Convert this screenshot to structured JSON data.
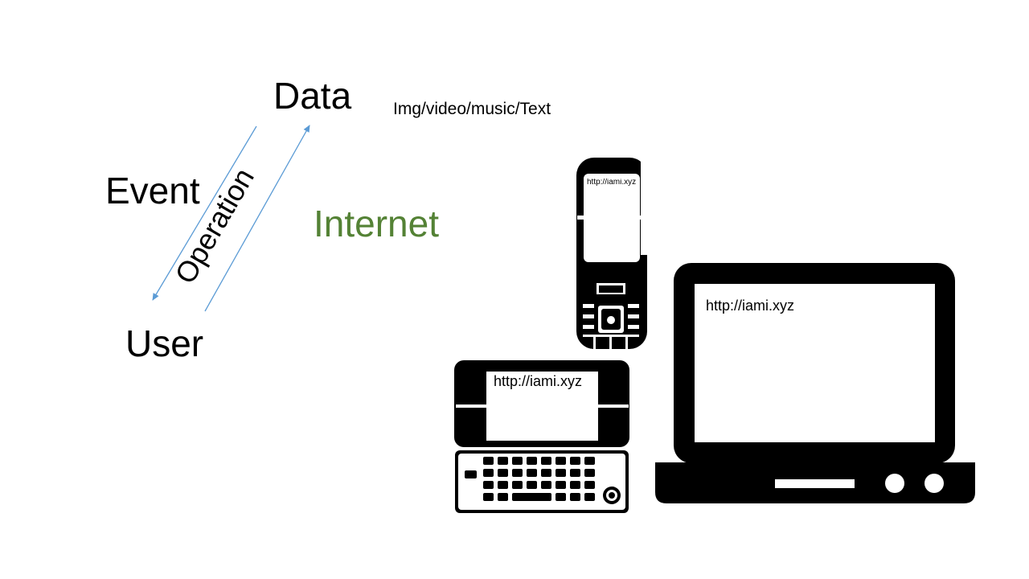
{
  "diagram": {
    "data_label": "Data",
    "media_types": "Img/video/music/Text",
    "event_label": "Event",
    "operation_label": "Operation",
    "user_label": "User",
    "internet_label": "Internet",
    "internet_color": "#548235",
    "arrow_color": "#5B9BD5"
  },
  "devices": {
    "slider_phone_url": "http://iami.xyz",
    "flip_phone_url": "http://iami.xyz",
    "laptop_url": "http://iami.xyz"
  },
  "icons": [
    "slider-phone-icon",
    "flip-phone-icon",
    "laptop-icon"
  ]
}
